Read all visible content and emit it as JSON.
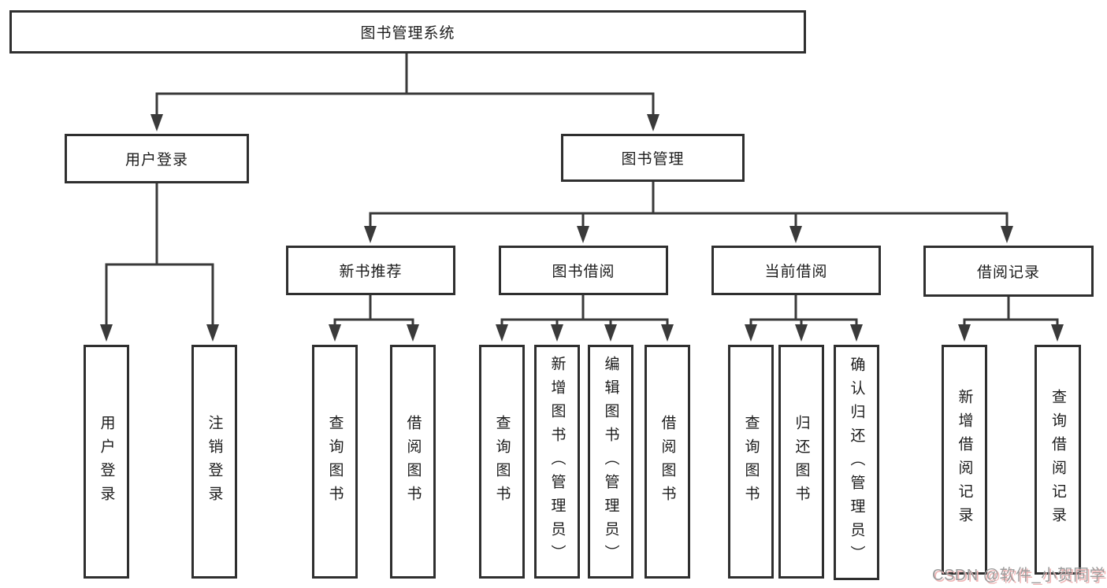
{
  "tree": {
    "root": {
      "label": "图书管理系统"
    },
    "branches": [
      {
        "label": "用户登录",
        "leaves": [
          {
            "label": "用户登录"
          },
          {
            "label": "注销登录"
          }
        ]
      },
      {
        "label": "图书管理",
        "sections": [
          {
            "label": "新书推荐",
            "leaves": [
              {
                "label": "查询图书"
              },
              {
                "label": "借阅图书"
              }
            ]
          },
          {
            "label": "图书借阅",
            "leaves": [
              {
                "label": "查询图书"
              },
              {
                "label": "新增图书（管理员）"
              },
              {
                "label": "编辑图书（管理员）"
              },
              {
                "label": "借阅图书"
              }
            ]
          },
          {
            "label": "当前借阅",
            "leaves": [
              {
                "label": "查询图书"
              },
              {
                "label": "归还图书"
              },
              {
                "label": "确认归还（管理员）"
              }
            ]
          },
          {
            "label": "借阅记录",
            "leaves": [
              {
                "label": "新增借阅记录"
              },
              {
                "label": "查询借阅记录"
              }
            ]
          }
        ]
      }
    ]
  },
  "watermark": {
    "text": "CSDN @软件_小贺同学"
  },
  "colors": {
    "background": "#ffffff",
    "box_border": "#2f2f2f",
    "connector_line": "#3a3a3a",
    "text": "#1c1c1c",
    "watermark_text": "#9c9c9c",
    "watermark_shadow": "#eeb4b4"
  }
}
